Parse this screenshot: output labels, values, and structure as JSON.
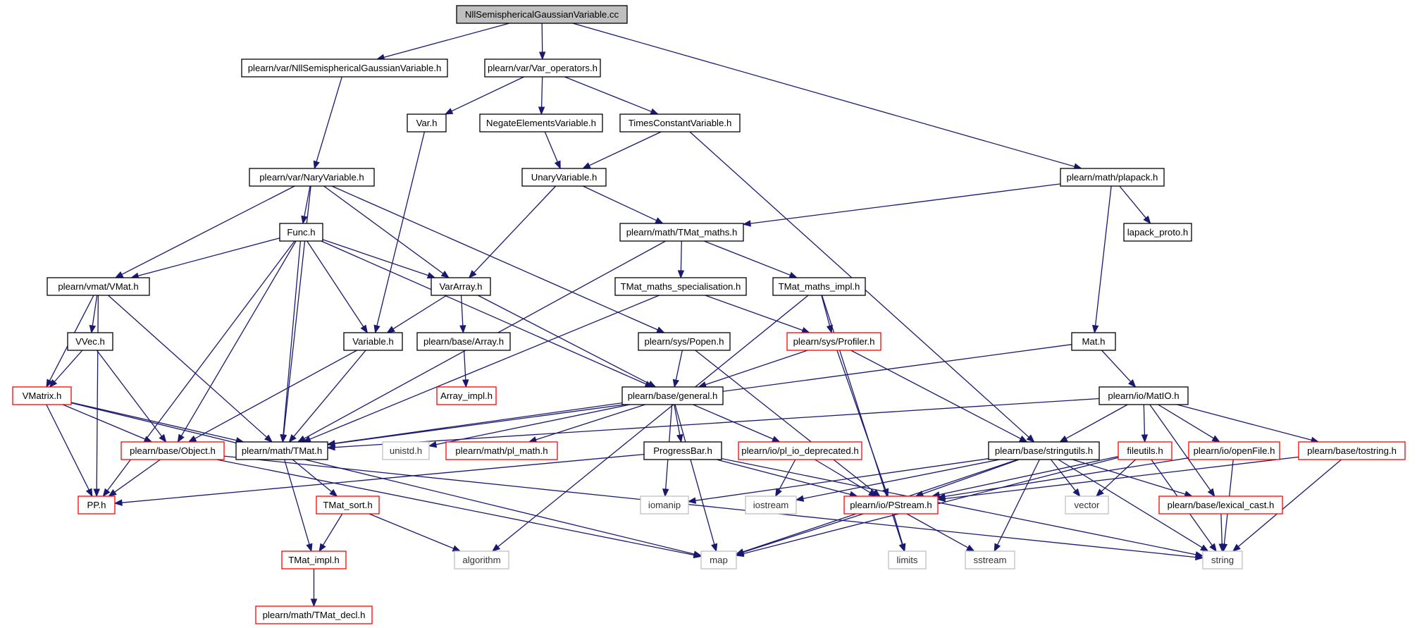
{
  "diagram": {
    "type": "include-dependency-graph",
    "colors": {
      "edge": "#191970",
      "border_normal": "#000000",
      "border_truncated": "#ff0000",
      "border_system": "#bfbfbf",
      "root_fill": "#bfbfbf",
      "text_normal": "#000000",
      "text_system": "#333333"
    },
    "nodes": [
      {
        "id": "root",
        "label": "NllSemisphericalGaussianVariable.cc",
        "kind": "root"
      },
      {
        "id": "nllsemi_h",
        "label": "plearn/var/NllSemisphericalGaussianVariable.h",
        "kind": "normal"
      },
      {
        "id": "var_operators",
        "label": "plearn/var/Var_operators.h",
        "kind": "normal"
      },
      {
        "id": "var_h",
        "label": "Var.h",
        "kind": "normal"
      },
      {
        "id": "negate",
        "label": "NegateElementsVariable.h",
        "kind": "normal"
      },
      {
        "id": "timesconst",
        "label": "TimesConstantVariable.h",
        "kind": "normal"
      },
      {
        "id": "naryvar",
        "label": "plearn/var/NaryVariable.h",
        "kind": "normal"
      },
      {
        "id": "unaryvar",
        "label": "UnaryVariable.h",
        "kind": "normal"
      },
      {
        "id": "plapack",
        "label": "plearn/math/plapack.h",
        "kind": "normal"
      },
      {
        "id": "func",
        "label": "Func.h",
        "kind": "normal"
      },
      {
        "id": "tmat_maths",
        "label": "plearn/math/TMat_maths.h",
        "kind": "normal"
      },
      {
        "id": "lapack_proto",
        "label": "lapack_proto.h",
        "kind": "normal"
      },
      {
        "id": "vmat",
        "label": "plearn/vmat/VMat.h",
        "kind": "normal"
      },
      {
        "id": "vararray",
        "label": "VarArray.h",
        "kind": "normal"
      },
      {
        "id": "tmat_spec",
        "label": "TMat_maths_specialisation.h",
        "kind": "normal"
      },
      {
        "id": "tmat_impl",
        "label": "TMat_maths_impl.h",
        "kind": "normal"
      },
      {
        "id": "vvec",
        "label": "VVec.h",
        "kind": "normal"
      },
      {
        "id": "variable",
        "label": "Variable.h",
        "kind": "normal"
      },
      {
        "id": "base_array",
        "label": "plearn/base/Array.h",
        "kind": "normal"
      },
      {
        "id": "popen",
        "label": "plearn/sys/Popen.h",
        "kind": "normal"
      },
      {
        "id": "profiler",
        "label": "plearn/sys/Profiler.h",
        "kind": "truncated"
      },
      {
        "id": "mat_h",
        "label": "Mat.h",
        "kind": "normal"
      },
      {
        "id": "vmatrix",
        "label": "VMatrix.h",
        "kind": "truncated"
      },
      {
        "id": "array_impl",
        "label": "Array_impl.h",
        "kind": "truncated"
      },
      {
        "id": "general",
        "label": "plearn/base/general.h",
        "kind": "normal"
      },
      {
        "id": "matio",
        "label": "plearn/io/MatIO.h",
        "kind": "normal"
      },
      {
        "id": "object",
        "label": "plearn/base/Object.h",
        "kind": "truncated"
      },
      {
        "id": "tmat",
        "label": "plearn/math/TMat.h",
        "kind": "normal"
      },
      {
        "id": "unistd",
        "label": "unistd.h",
        "kind": "system"
      },
      {
        "id": "pl_math",
        "label": "plearn/math/pl_math.h",
        "kind": "truncated"
      },
      {
        "id": "progressbar",
        "label": "ProgressBar.h",
        "kind": "normal"
      },
      {
        "id": "pl_io_dep",
        "label": "plearn/io/pl_io_deprecated.h",
        "kind": "truncated"
      },
      {
        "id": "stringutils",
        "label": "plearn/base/stringutils.h",
        "kind": "normal"
      },
      {
        "id": "fileutils",
        "label": "fileutils.h",
        "kind": "truncated"
      },
      {
        "id": "openfile",
        "label": "plearn/io/openFile.h",
        "kind": "truncated"
      },
      {
        "id": "tostring",
        "label": "plearn/base/tostring.h",
        "kind": "truncated"
      },
      {
        "id": "pp",
        "label": "PP.h",
        "kind": "truncated"
      },
      {
        "id": "tmat_sort",
        "label": "TMat_sort.h",
        "kind": "truncated"
      },
      {
        "id": "iomanip",
        "label": "iomanip",
        "kind": "system"
      },
      {
        "id": "iostream",
        "label": "iostream",
        "kind": "system"
      },
      {
        "id": "pstream",
        "label": "plearn/io/PStream.h",
        "kind": "truncated"
      },
      {
        "id": "vector",
        "label": "vector",
        "kind": "system"
      },
      {
        "id": "lexical_cast",
        "label": "plearn/base/lexical_cast.h",
        "kind": "truncated"
      },
      {
        "id": "tmat_impl_h",
        "label": "TMat_impl.h",
        "kind": "truncated"
      },
      {
        "id": "algorithm",
        "label": "algorithm",
        "kind": "system"
      },
      {
        "id": "map",
        "label": "map",
        "kind": "system"
      },
      {
        "id": "limits",
        "label": "limits",
        "kind": "system"
      },
      {
        "id": "sstream",
        "label": "sstream",
        "kind": "system"
      },
      {
        "id": "string",
        "label": "string",
        "kind": "system"
      },
      {
        "id": "tmat_decl",
        "label": "plearn/math/TMat_decl.h",
        "kind": "truncated"
      }
    ],
    "edges": [
      [
        "root",
        "nllsemi_h"
      ],
      [
        "root",
        "var_operators"
      ],
      [
        "root",
        "plapack"
      ],
      [
        "nllsemi_h",
        "naryvar"
      ],
      [
        "var_operators",
        "var_h"
      ],
      [
        "var_operators",
        "negate"
      ],
      [
        "var_operators",
        "timesconst"
      ],
      [
        "var_h",
        "variable"
      ],
      [
        "negate",
        "unaryvar"
      ],
      [
        "timesconst",
        "unaryvar"
      ],
      [
        "timesconst",
        "stringutils"
      ],
      [
        "naryvar",
        "func"
      ],
      [
        "naryvar",
        "vmat"
      ],
      [
        "naryvar",
        "vararray"
      ],
      [
        "naryvar",
        "popen"
      ],
      [
        "naryvar",
        "tmat"
      ],
      [
        "unaryvar",
        "tmat_maths"
      ],
      [
        "unaryvar",
        "vararray"
      ],
      [
        "plapack",
        "tmat_maths"
      ],
      [
        "plapack",
        "lapack_proto"
      ],
      [
        "plapack",
        "mat_h"
      ],
      [
        "func",
        "vmat"
      ],
      [
        "func",
        "vararray"
      ],
      [
        "func",
        "variable"
      ],
      [
        "func",
        "general"
      ],
      [
        "func",
        "object"
      ],
      [
        "func",
        "tmat"
      ],
      [
        "func",
        "pp"
      ],
      [
        "tmat_maths",
        "tmat_spec"
      ],
      [
        "tmat_maths",
        "tmat_impl"
      ],
      [
        "tmat_maths",
        "tmat"
      ],
      [
        "vmat",
        "vvec"
      ],
      [
        "vmat",
        "vmatrix"
      ],
      [
        "vmat",
        "tmat"
      ],
      [
        "vmat",
        "pp"
      ],
      [
        "vararray",
        "variable"
      ],
      [
        "vararray",
        "base_array"
      ],
      [
        "vararray",
        "general"
      ],
      [
        "tmat_spec",
        "profiler"
      ],
      [
        "tmat_spec",
        "tmat"
      ],
      [
        "tmat_impl",
        "profiler"
      ],
      [
        "tmat_impl",
        "algorithm"
      ],
      [
        "tmat_impl",
        "limits"
      ],
      [
        "vvec",
        "vmatrix"
      ],
      [
        "vvec",
        "object"
      ],
      [
        "variable",
        "object"
      ],
      [
        "variable",
        "tmat"
      ],
      [
        "base_array",
        "array_impl"
      ],
      [
        "popen",
        "general"
      ],
      [
        "popen",
        "pstream"
      ],
      [
        "profiler",
        "general"
      ],
      [
        "profiler",
        "stringutils"
      ],
      [
        "profiler",
        "pstream"
      ],
      [
        "mat_h",
        "matio"
      ],
      [
        "mat_h",
        "tmat"
      ],
      [
        "vmatrix",
        "object"
      ],
      [
        "vmatrix",
        "tmat"
      ],
      [
        "vmatrix",
        "pp"
      ],
      [
        "vmatrix",
        "map"
      ],
      [
        "general",
        "tmat"
      ],
      [
        "general",
        "unistd"
      ],
      [
        "general",
        "pl_math"
      ],
      [
        "general",
        "progressbar"
      ],
      [
        "general",
        "pl_io_dep"
      ],
      [
        "general",
        "iomanip"
      ],
      [
        "general",
        "map"
      ],
      [
        "matio",
        "tmat"
      ],
      [
        "matio",
        "stringutils"
      ],
      [
        "matio",
        "fileutils"
      ],
      [
        "matio",
        "openfile"
      ],
      [
        "matio",
        "tostring"
      ],
      [
        "matio",
        "lexical_cast"
      ],
      [
        "object",
        "pp"
      ],
      [
        "object",
        "map"
      ],
      [
        "object",
        "string"
      ],
      [
        "tmat",
        "tmat_sort"
      ],
      [
        "tmat",
        "tmat_impl_h"
      ],
      [
        "progressbar",
        "pp"
      ],
      [
        "progressbar",
        "pstream"
      ],
      [
        "progressbar",
        "string"
      ],
      [
        "pl_io_dep",
        "iostream"
      ],
      [
        "pl_io_dep",
        "pstream"
      ],
      [
        "stringutils",
        "iomanip"
      ],
      [
        "stringutils",
        "iostream"
      ],
      [
        "stringutils",
        "pstream"
      ],
      [
        "stringutils",
        "vector"
      ],
      [
        "stringutils",
        "lexical_cast"
      ],
      [
        "stringutils",
        "map"
      ],
      [
        "stringutils",
        "sstream"
      ],
      [
        "stringutils",
        "string"
      ],
      [
        "fileutils",
        "pstream"
      ],
      [
        "fileutils",
        "vector"
      ],
      [
        "fileutils",
        "map"
      ],
      [
        "fileutils",
        "string"
      ],
      [
        "openfile",
        "pstream"
      ],
      [
        "openfile",
        "string"
      ],
      [
        "tostring",
        "pstream"
      ],
      [
        "tostring",
        "string"
      ],
      [
        "tmat_sort",
        "tmat_impl_h"
      ],
      [
        "tmat_sort",
        "algorithm"
      ],
      [
        "pstream",
        "map"
      ],
      [
        "pstream",
        "limits"
      ],
      [
        "pstream",
        "sstream"
      ],
      [
        "lexical_cast",
        "string"
      ],
      [
        "tmat_impl_h",
        "tmat_decl"
      ]
    ]
  }
}
